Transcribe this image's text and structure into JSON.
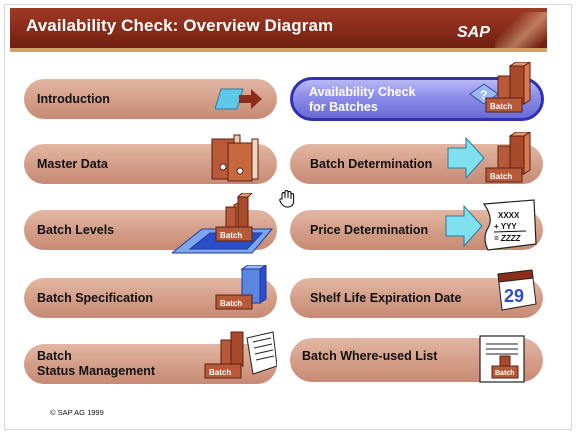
{
  "header": {
    "title": "Availability Check: Overview Diagram",
    "logo_text": "SAP",
    "bg_color": "#8a2d1b"
  },
  "nav": {
    "items": [
      {
        "key": "introduction",
        "label": "Introduction",
        "icon": "arrow-icon"
      },
      {
        "key": "master_data",
        "label": "Master Data",
        "icon": "binders-icon"
      },
      {
        "key": "batch_levels",
        "label": "Batch Levels",
        "icon": "batch-boxes-icon"
      },
      {
        "key": "batch_specification",
        "label": "Batch Specification",
        "icon": "batch-boxes-icon"
      },
      {
        "key": "batch_status_management",
        "label": "Batch\nStatus Management",
        "icon": "batch-boxes-icon"
      },
      {
        "key": "availability_check",
        "label": "Availability Check\nfor Batches",
        "icon": "batch-boxes-icon",
        "active": true
      },
      {
        "key": "batch_determination",
        "label": "Batch Determination",
        "icon": "batch-boxes-icon"
      },
      {
        "key": "price_determination",
        "label": "Price Determination",
        "icon": "calculation-sheet-icon"
      },
      {
        "key": "shelf_life",
        "label": "Shelf Life Expiration Date",
        "icon": "calendar-icon"
      },
      {
        "key": "where_used",
        "label": "Batch Where-used List",
        "icon": "document-icon"
      }
    ],
    "batch_label": "Batch",
    "calc_lines": [
      "XXXX",
      "+ YYY",
      "= ZZZZ"
    ],
    "calendar_day": "29"
  },
  "footer": {
    "copyright": "© SAP AG 1999"
  }
}
